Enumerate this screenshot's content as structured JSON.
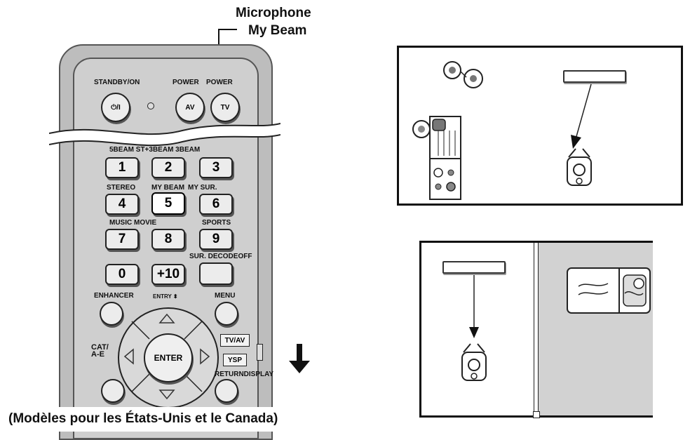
{
  "callout": {
    "line1": "Microphone",
    "line2": "My Beam"
  },
  "remote": {
    "top_labels": {
      "standby": "STANDBY/ON",
      "power_av": "POWER",
      "power_tv": "POWER"
    },
    "top_buttons": {
      "standby": "⏻/I",
      "av": "AV",
      "tv": "TV"
    },
    "row1_label": "5BEAM ST+3BEAM 3BEAM",
    "row1": [
      "1",
      "2",
      "3"
    ],
    "row2_labels": {
      "left": "STEREO",
      "mid": "MY BEAM",
      "right": "MY SUR."
    },
    "row2": [
      "4",
      "5",
      "6"
    ],
    "row3_labels": {
      "left": "MUSIC MOVIE",
      "right": "SPORTS"
    },
    "row3": [
      "7",
      "8",
      "9"
    ],
    "row4_label": "SUR. DECODEOFF",
    "row4": [
      "0",
      "+10",
      ""
    ],
    "side_labels": {
      "enhancer": "ENHANCER",
      "entry": "ENTRY ⬍",
      "menu": "MENU"
    },
    "enter": "ENTER",
    "cat": "CAT/\nA-E",
    "switch": {
      "tvav": "TV/AV",
      "ysp": "YSP"
    },
    "bottom_label": "RETURNDISPLAY"
  },
  "caption": "(Modèles pour les États-Unis et le Canada)"
}
